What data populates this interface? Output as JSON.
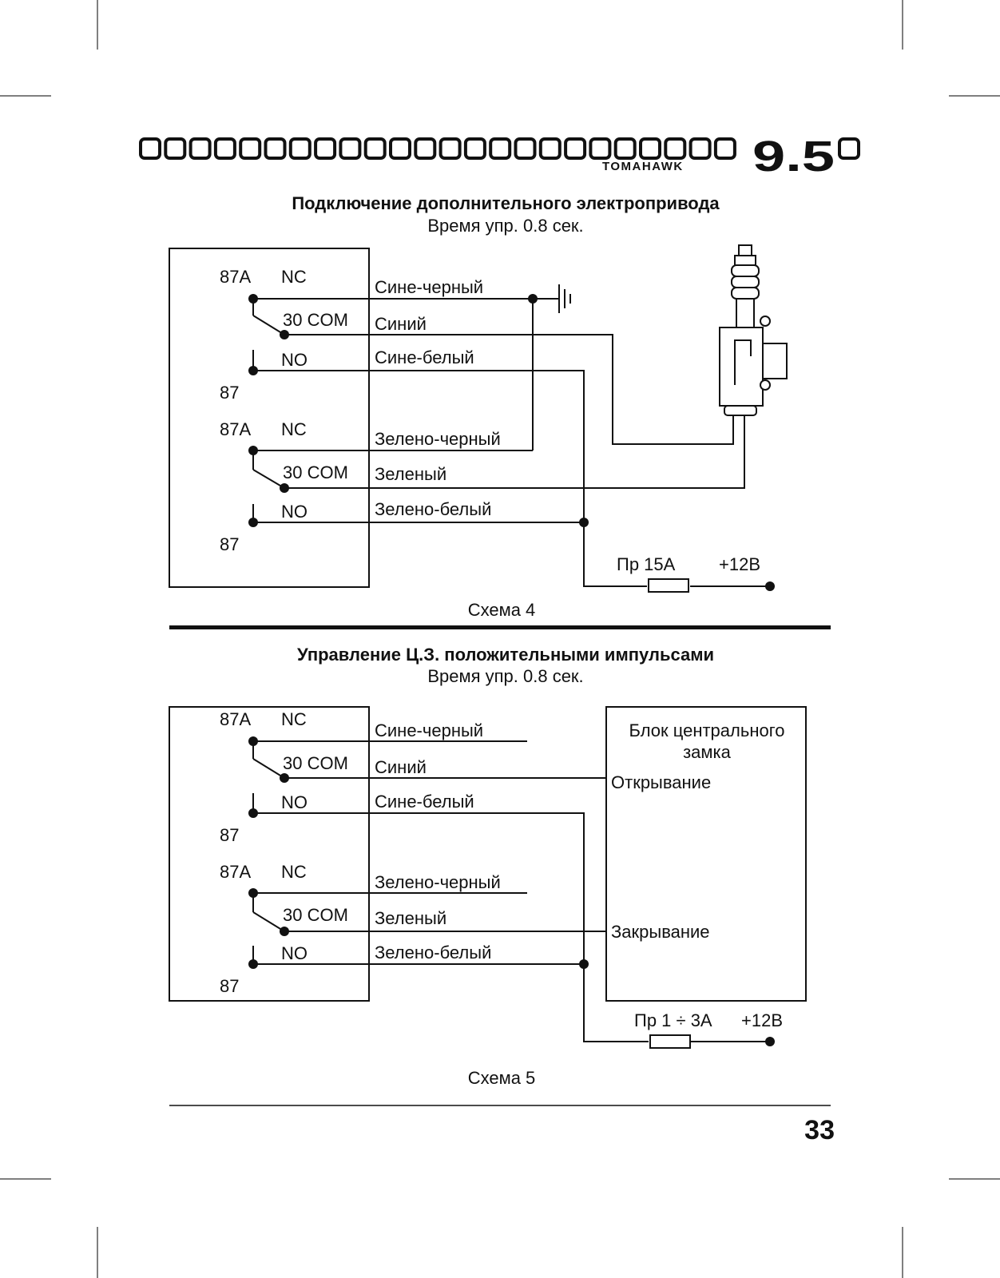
{
  "header": {
    "brand": "TOMAHAWK",
    "model": "9.5"
  },
  "diagram4": {
    "title": "Подключение дополнительного электропривода",
    "subtitle": "Время упр. 0.8 сек.",
    "caption": "Схема 4",
    "relay1": {
      "nc_pin": "87A",
      "nc_label": "NC",
      "com_label": "30 COM",
      "no_label": "NO",
      "no_pin": "87"
    },
    "relay2": {
      "nc_pin": "87A",
      "nc_label": "NC",
      "com_label": "30 COM",
      "no_label": "NO",
      "no_pin": "87"
    },
    "wires": [
      "Сине-черный",
      "Синий",
      "Сине-белый",
      "Зелено-черный",
      "Зеленый",
      "Зелено-белый"
    ],
    "fuse_label": "Пр 15А",
    "power_label": "+12В"
  },
  "diagram5": {
    "title": "Управление Ц.З. положительными импульсами",
    "subtitle": "Время упр. 0.8 сек.",
    "caption": "Схема 5",
    "relay1": {
      "nc_pin": "87A",
      "nc_label": "NC",
      "com_label": "30 COM",
      "no_label": "NO",
      "no_pin": "87"
    },
    "relay2": {
      "nc_pin": "87A",
      "nc_label": "NC",
      "com_label": "30 COM",
      "no_label": "NO",
      "no_pin": "87"
    },
    "wires": [
      "Сине-черный",
      "Синий",
      "Сине-белый",
      "Зелено-черный",
      "Зеленый",
      "Зелено-белый"
    ],
    "block_title_line1": "Блок центрального",
    "block_title_line2": "замка",
    "open_label": "Открывание",
    "close_label": "Закрывание",
    "fuse_label": "Пр 1 ÷ 3А",
    "power_label": "+12В"
  },
  "page_number": "33"
}
